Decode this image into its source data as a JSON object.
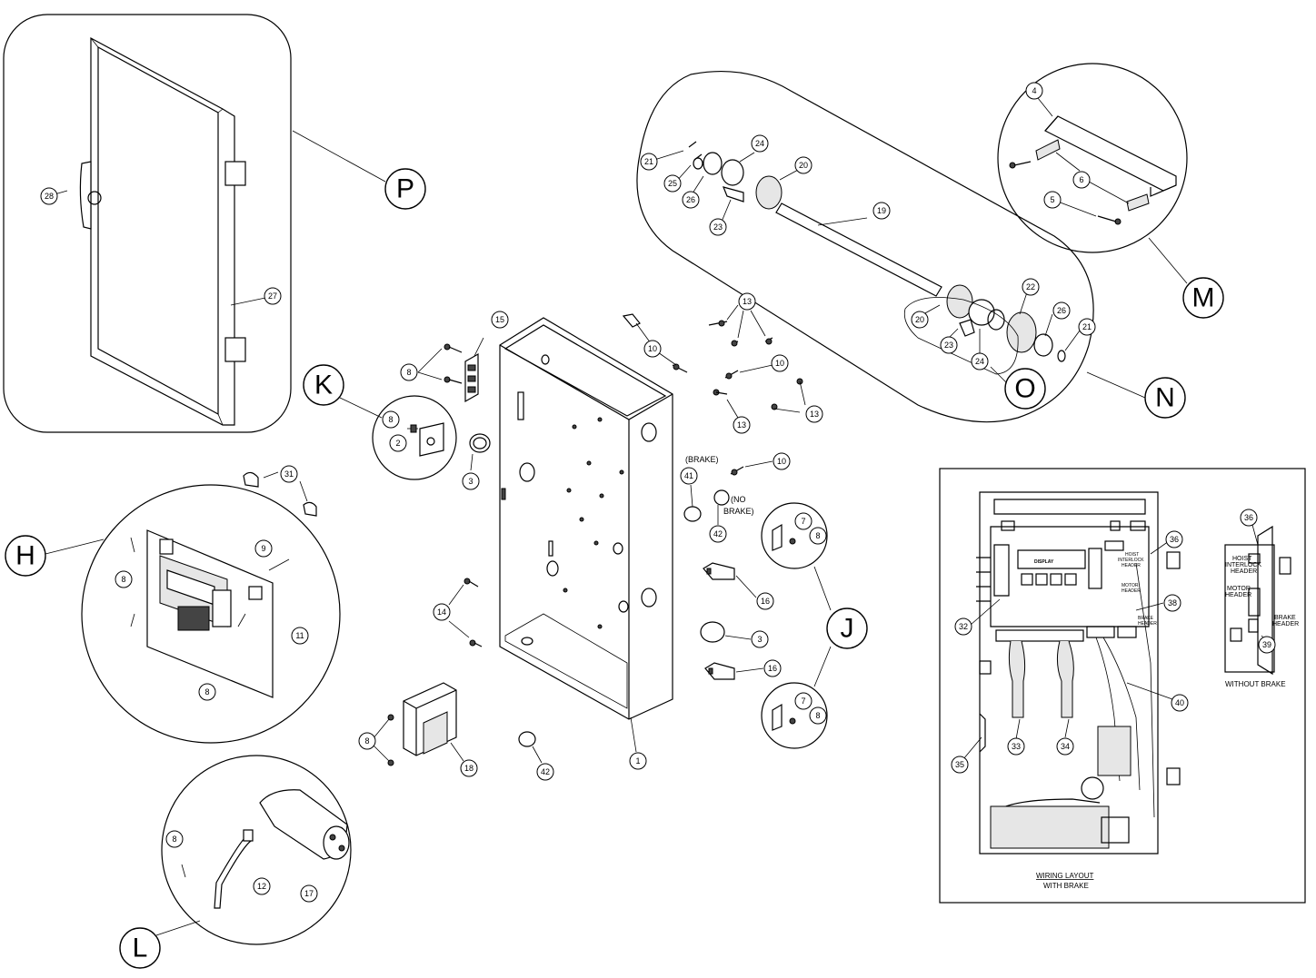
{
  "group_labels": {
    "P": "P",
    "K": "K",
    "H": "H",
    "J": "J",
    "L": "L",
    "M": "M",
    "N": "N",
    "O": "O"
  },
  "callouts": {
    "c1": "1",
    "c2": "2",
    "c3a": "3",
    "c3b": "3",
    "c4": "4",
    "c5": "5",
    "c6": "6",
    "c7a": "7",
    "c7b": "7",
    "c8a": "8",
    "c8b": "8",
    "c8c": "8",
    "c8d": "8",
    "c8e": "8",
    "c8f": "8",
    "c8g": "8",
    "c8h": "8",
    "c9": "9",
    "c10a": "10",
    "c10b": "10",
    "c10c": "10",
    "c11": "11",
    "c12": "12",
    "c13a": "13",
    "c13b": "13",
    "c13c": "13",
    "c14": "14",
    "c15": "15",
    "c16a": "16",
    "c16b": "16",
    "c17": "17",
    "c18": "18",
    "c19": "19",
    "c20a": "20",
    "c20b": "20",
    "c21a": "21",
    "c21b": "21",
    "c22": "22",
    "c23a": "23",
    "c23b": "23",
    "c24a": "24",
    "c24b": "24",
    "c25": "25",
    "c26a": "26",
    "c26b": "26",
    "c27": "27",
    "c28": "28",
    "c31": "31",
    "c32": "32",
    "c33": "33",
    "c34": "34",
    "c35": "35",
    "c36a": "36",
    "c36b": "36",
    "c38": "38",
    "c39": "39",
    "c40": "40",
    "c41": "41",
    "c42a": "42",
    "c42b": "42"
  },
  "notes": {
    "brake": "(BRAKE)",
    "no_brake_1": "(NO",
    "no_brake_2": "BRAKE)"
  },
  "wiring": {
    "title": "WIRING  LAYOUT",
    "subtitle": "WITH BRAKE",
    "without_brake": "WITHOUT  BRAKE",
    "display": "DISPLAY",
    "hoist_header_1": "HOIST",
    "hoist_header_2": "INTERLOCK",
    "hoist_header_3": "HEADER",
    "motor_header_1": "MOTOR",
    "motor_header_2": "HEADER",
    "brake_header_1": "BRAKE",
    "brake_header_2": "HEADER"
  }
}
